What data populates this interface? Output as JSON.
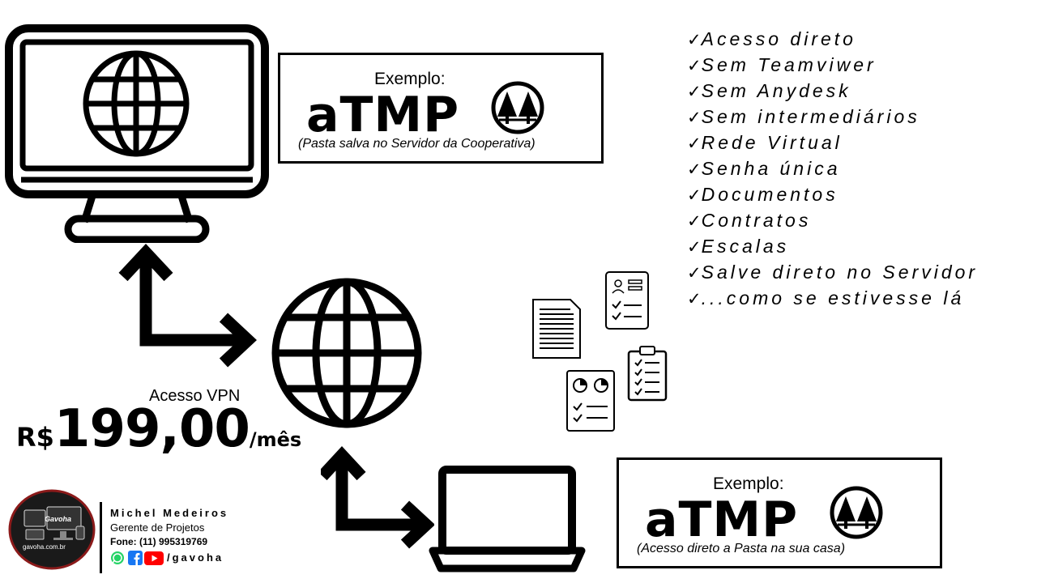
{
  "box_top": {
    "label": "Exemplo:",
    "title": "aTMP",
    "note": "(Pasta salva no Servidor da Cooperativa)"
  },
  "box_bottom": {
    "label": "Exemplo:",
    "title": "aTMP",
    "note": "(Acesso direto a Pasta na sua casa)"
  },
  "features": {
    "check_glyph": "✓",
    "items": [
      "Acesso direto",
      "Sem Teamviwer",
      "Sem Anydesk",
      "Sem intermediários",
      "Rede Virtual",
      "Senha única",
      "Documentos",
      "Contratos",
      "Escalas",
      "Salve direto no Servidor",
      "...como se estivesse lá"
    ]
  },
  "vpn": {
    "label": "Acesso VPN",
    "currency": "R$",
    "amount": "199,00",
    "period": "/mês"
  },
  "signature": {
    "name": "Michel Medeiros",
    "role": "Gerente de Projetos",
    "phone": "Fone: (11) 995319769",
    "handle": "/gavoha",
    "logo_site": "gavoha.com.br",
    "logo_brand": "Gavoha"
  },
  "icons": {
    "desktop": "desktop-monitor-icon",
    "globe": "globe-icon",
    "laptop": "laptop-icon",
    "logo": "atmp-trees-logo",
    "whatsapp": "whatsapp-icon",
    "facebook": "facebook-icon",
    "youtube": "youtube-icon"
  },
  "colors": {
    "whatsapp": "#25D366",
    "facebook": "#1877F2",
    "youtube": "#FF0000",
    "logo_ring": "#8B1A1A"
  }
}
